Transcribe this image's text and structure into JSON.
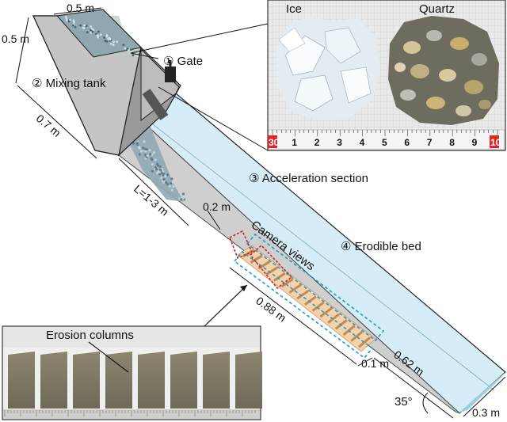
{
  "labels": {
    "tank_width": "0.5 m",
    "tank_height": "0.5 m",
    "tank_length": "0.7 m",
    "gate": "① Gate",
    "mixing_tank": "② Mixing tank",
    "acceleration_section": "③ Acceleration section",
    "erodible_bed": "④ Erodible bed",
    "camera_views": "Camera views",
    "length_range": "L=1-3 m",
    "channel_width": "0.2 m",
    "bed_length": "0.88 m",
    "bed_offset": "0.1 m",
    "outlet_length": "0.62 m",
    "angle": "35°",
    "outlet_width": "0.3 m"
  },
  "inset_materials": {
    "ice_label": "Ice",
    "quartz_label": "Quartz",
    "ruler_ticks": [
      "30",
      "1",
      "2",
      "3",
      "4",
      "5",
      "6",
      "7",
      "8",
      "9",
      "10"
    ]
  },
  "inset_erosion": {
    "title": "Erosion columns"
  },
  "colors": {
    "water": "#d6edf7",
    "bed": "#f3d2ac",
    "camera_blue": "#1e9bd0",
    "camera_red": "#c9252b",
    "tank_side": "#b6b6b6",
    "tank_front": "#d8d8d8",
    "ruler_red": "#e22424"
  }
}
